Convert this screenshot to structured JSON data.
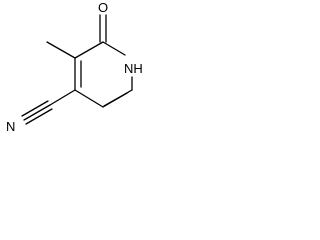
{
  "molecule": {
    "atoms": {
      "oxygen": "O",
      "nh": "NH",
      "nitrile_n": "N"
    }
  }
}
